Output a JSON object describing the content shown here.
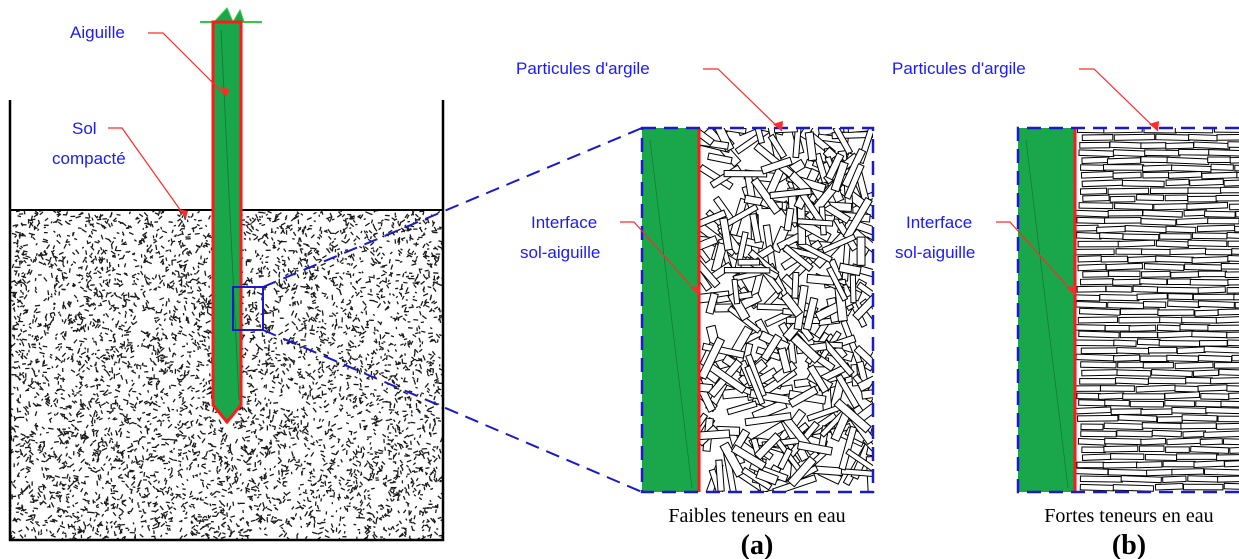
{
  "labels": {
    "needle": "Aiguille",
    "soil_line1": "Sol",
    "soil_line2": "compacté",
    "particles_a": "Particules d'argile",
    "interface_a_line1": "Interface",
    "interface_a_line2": "sol-aiguille",
    "particles_b": "Particules d'argile",
    "interface_b_line1": "Interface",
    "interface_b_line2": "sol-aiguille"
  },
  "captions": {
    "panel_a": "Faibles teneurs en eau",
    "panel_b": "Fortes teneurs en eau"
  },
  "panel_letters": {
    "a": "(a)",
    "b": "(b)"
  },
  "colors": {
    "needle_fill": "#1aa64b",
    "needle_outline": "#ff1a1a",
    "leader_line": "#ff2a2a",
    "label_text": "#1a1aff",
    "zoom_box": "#1a1acc",
    "soil_dots": "#1a1a1a"
  }
}
